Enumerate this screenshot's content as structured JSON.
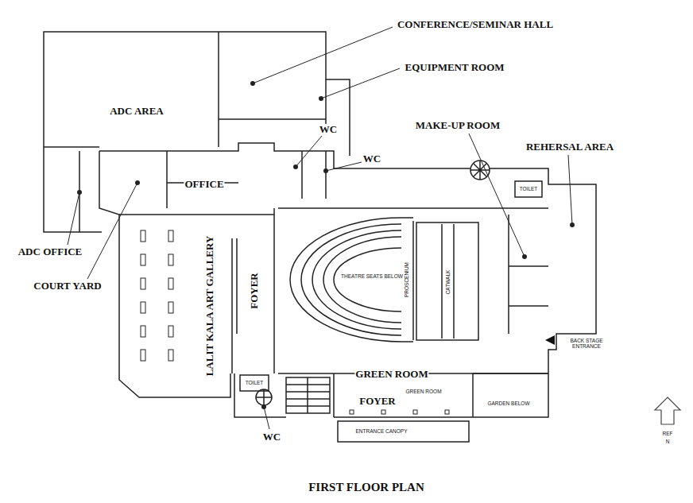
{
  "diagram": {
    "title": "FIRST FLOOR PLAN",
    "labels": [
      "CONFERENCE/SEMINAR HALL",
      "EQUIPMENT ROOM",
      "ADC AREA",
      "WC",
      "WC",
      "MAKE-UP ROOM",
      "REHERSAL AREA",
      "OFFICE",
      "TOILET",
      "ADC OFFICE",
      "LALIT KALA ART GALLERY",
      "FOYER",
      "THEATRE SEATS BELOW",
      "PROSCENIUM",
      "CATWALK",
      "COURT YARD",
      "BACK STAGE ENTRANCE",
      "GREEN ROOM",
      "TOILET",
      "FOYER",
      "GREEN ROOM",
      "GARDEN BELOW",
      "WC",
      "ENTRANCE CANOPY",
      "REF",
      "N"
    ]
  }
}
